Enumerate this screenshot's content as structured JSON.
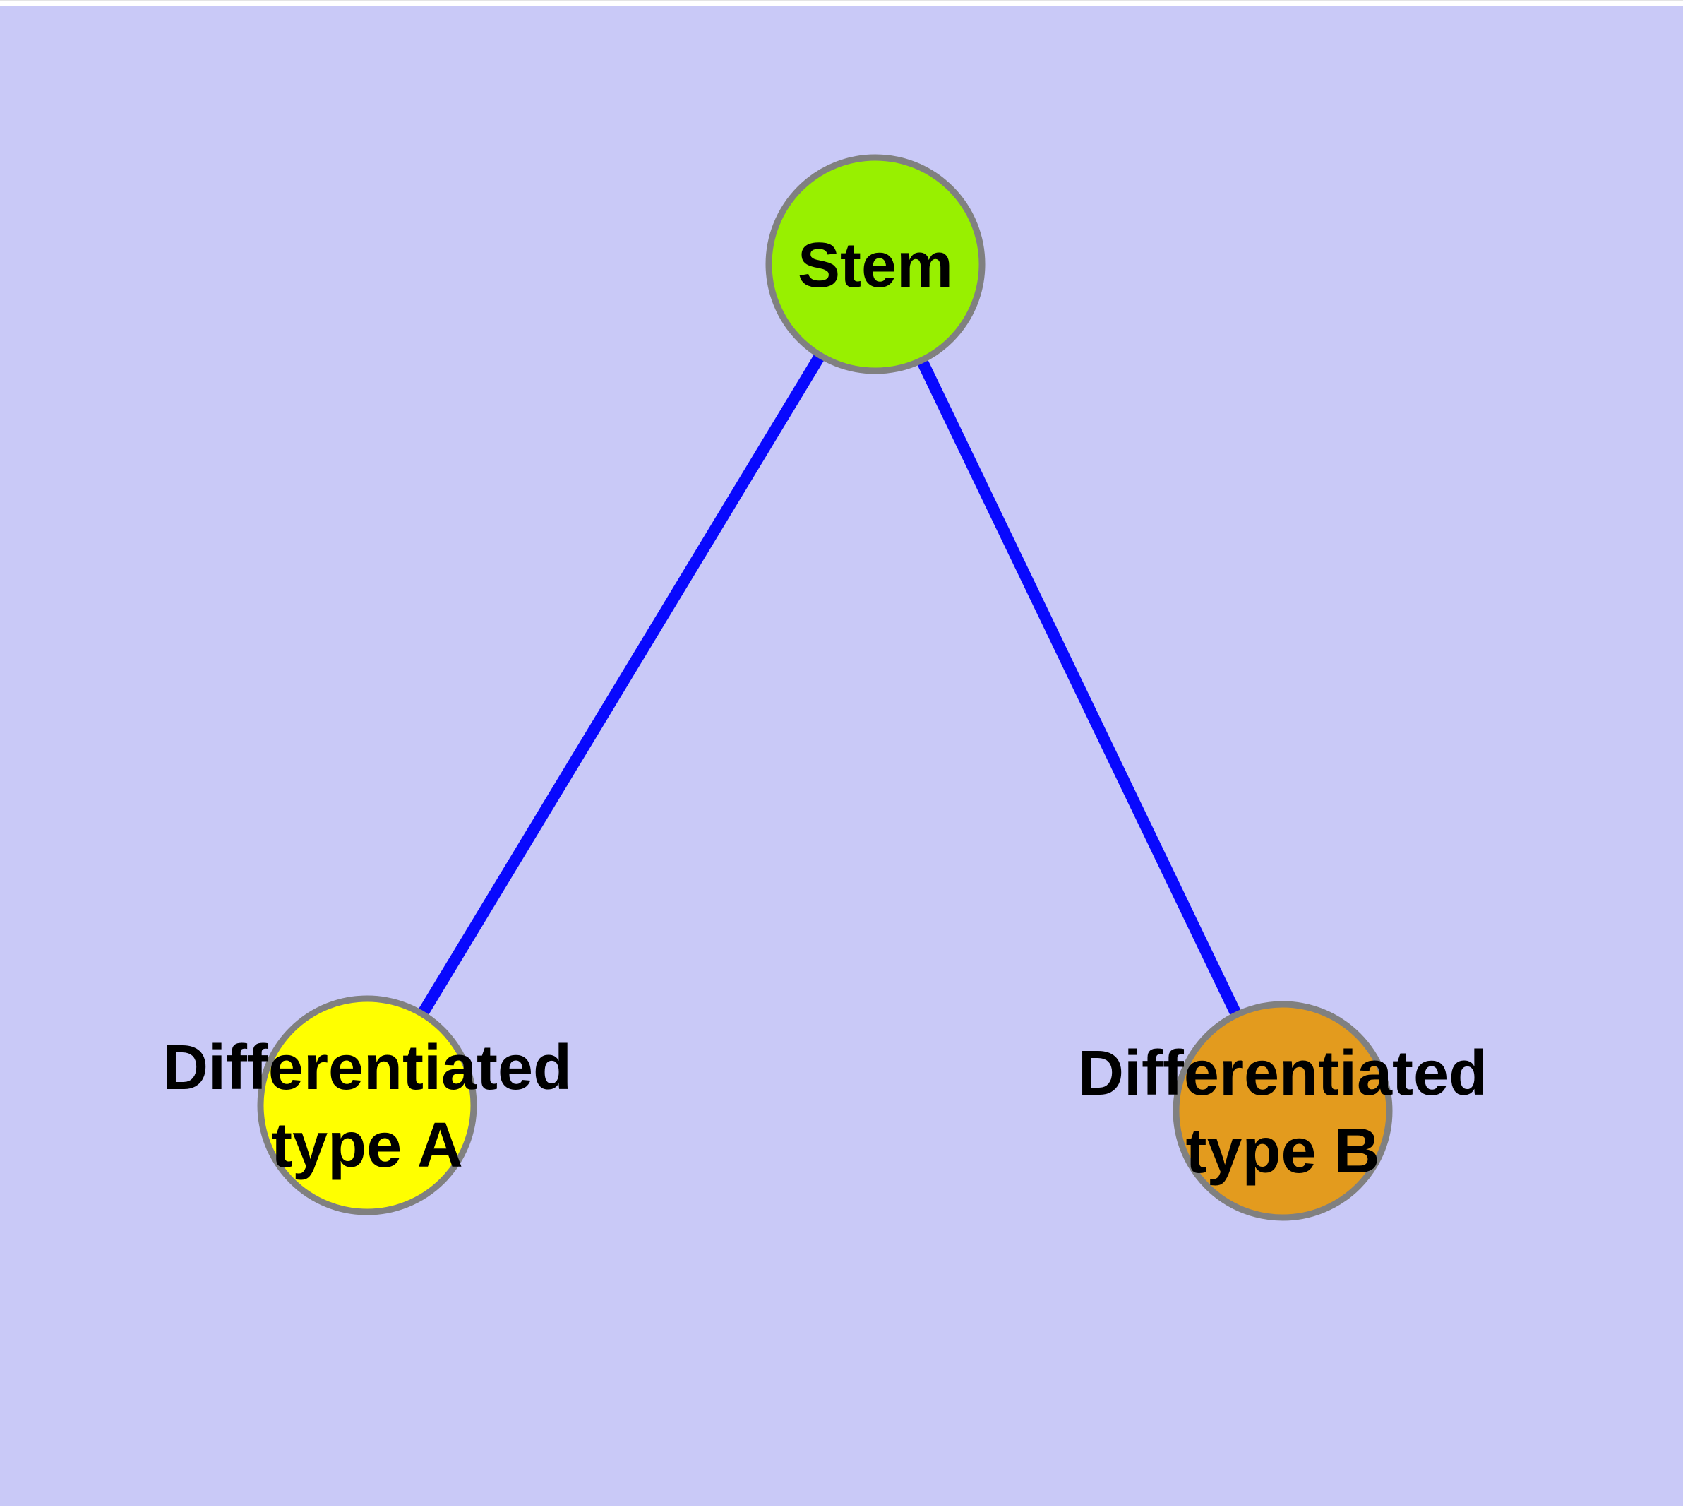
{
  "diagram": {
    "type": "graph",
    "description": "Stem cell differentiation graph: one stem node linked to two differentiated cell-type nodes",
    "colors": {
      "background": "#C9C9F7",
      "page": "#FFFFFF",
      "top_hairline": "#E4E4E4",
      "edge": "#0808FE",
      "node_border": "#808080",
      "label": "#000000"
    },
    "nodes": [
      {
        "id": "stem",
        "label": "Stem",
        "fill": "#98F000"
      },
      {
        "id": "type-a",
        "label_line1": "Differentiated",
        "label_line2": "type A",
        "fill": "#FFFF00"
      },
      {
        "id": "type-b",
        "label_line1": "Differentiated",
        "label_line2": "type B",
        "fill": "#E39B1E"
      }
    ],
    "edges": [
      {
        "from": "Stem",
        "to": "Differentiated type A"
      },
      {
        "from": "Stem",
        "to": "Differentiated type B"
      }
    ]
  }
}
